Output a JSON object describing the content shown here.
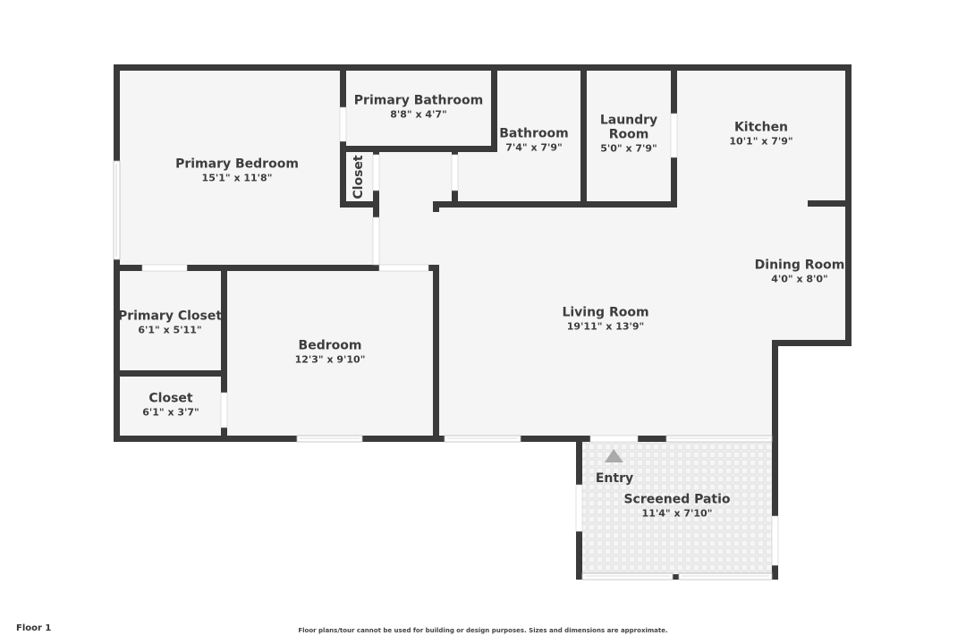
{
  "floor": {
    "label": "Floor 1"
  },
  "disclaimer": "Floor plans/tour cannot be used for building or design purposes. Sizes and dimensions are approximate.",
  "colors": {
    "wall": "#3a3a3a",
    "floor": "#f5f5f5",
    "background": "#ffffff",
    "text": "#3d3d3d",
    "entry_arrow": "#aaaaaa"
  },
  "rooms": [
    {
      "id": "primary-bedroom",
      "name": "Primary Bedroom",
      "dims": "15'1\" x 11'8\""
    },
    {
      "id": "primary-bathroom",
      "name": "Primary Bathroom",
      "dims": "8'8\" x 4'7\""
    },
    {
      "id": "bathroom",
      "name": "Bathroom",
      "dims": "7'4\" x 7'9\""
    },
    {
      "id": "laundry-room",
      "name": "Laundry Room",
      "name_line1": "Laundry",
      "name_line2": "Room",
      "dims": "5'0\" x 7'9\""
    },
    {
      "id": "kitchen",
      "name": "Kitchen",
      "dims": "10'1\" x 7'9\""
    },
    {
      "id": "dining-room",
      "name": "Dining Room",
      "dims": "4'0\" x 8'0\""
    },
    {
      "id": "living-room",
      "name": "Living Room",
      "dims": "19'11\" x 13'9\""
    },
    {
      "id": "primary-closet",
      "name": "Primary Closet",
      "dims": "6'1\" x 5'11\""
    },
    {
      "id": "closet",
      "name": "Closet",
      "dims": "6'1\" x 3'7\""
    },
    {
      "id": "bedroom",
      "name": "Bedroom",
      "dims": "12'3\" x 9'10\""
    },
    {
      "id": "screened-patio",
      "name": "Screened Patio",
      "dims": "11'4\" x 7'10\""
    },
    {
      "id": "small-closet",
      "name": "Closet",
      "dims": ""
    }
  ],
  "entry": {
    "label": "Entry",
    "icon": "entry-arrow-icon"
  }
}
